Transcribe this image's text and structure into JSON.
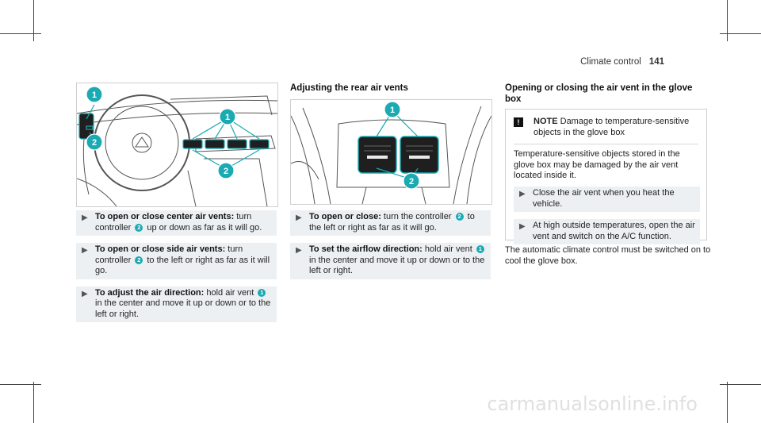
{
  "header": {
    "section": "Climate control",
    "page": "141"
  },
  "figure_left": {
    "callouts": [
      "1",
      "1",
      "2",
      "2"
    ]
  },
  "figure_middle": {
    "callouts": [
      "1",
      "2"
    ]
  },
  "left_steps": [
    {
      "bold": "To open or close center air vents:",
      "parts": [
        " turn controller ",
        "2",
        " up or down as far as it will go."
      ]
    },
    {
      "bold": "To open or close side air vents:",
      "parts": [
        " turn controller ",
        "2",
        " to the left or right as far as it will go."
      ]
    },
    {
      "bold": "To adjust the air direction:",
      "parts": [
        " hold air vent ",
        "1",
        " in the center and move it up or down or to the left or right."
      ]
    }
  ],
  "middle": {
    "heading": "Adjusting the rear air vents",
    "steps": [
      {
        "bold": "To open or close:",
        "parts": [
          " turn the controller ",
          "2",
          " to the left or right as far as it will go."
        ]
      },
      {
        "bold": "To set the airflow direction:",
        "parts": [
          " hold air vent ",
          "1",
          " in the center and move it up or down or to the left or right."
        ]
      }
    ]
  },
  "right": {
    "heading": "Opening or closing the air vent in the glove box",
    "note": {
      "symbol": "!",
      "label": "NOTE",
      "title": " Damage to temperature-sensitive objects in the glove box",
      "body": "Temperature-sensitive objects stored in the glove box may be damaged by the air vent located inside it.",
      "steps": [
        "Close the air vent when you heat the vehicle.",
        "At high outside temperatures, open the air vent and switch on the A/C function."
      ]
    },
    "after": "The automatic climate control must be switched on to cool the glove box."
  },
  "watermark": "carmanualsonline.info"
}
